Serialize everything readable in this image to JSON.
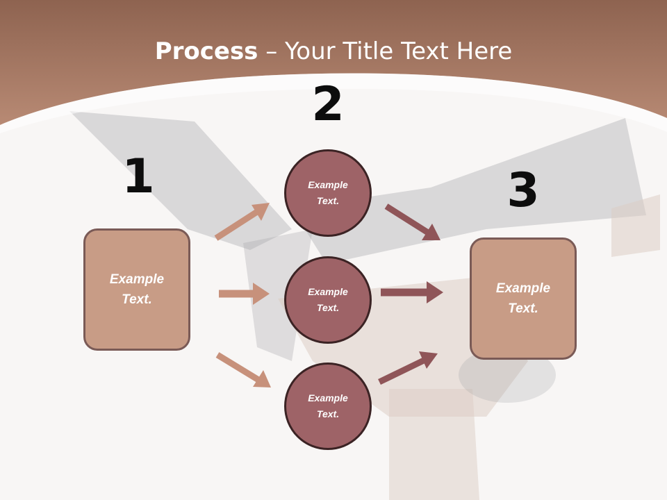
{
  "title": {
    "bold": "Process",
    "rest": " – Your Title Text Here"
  },
  "steps": [
    {
      "number": "1",
      "label": "Example Text."
    },
    {
      "number": "2",
      "label": "Example Text."
    },
    {
      "number": "3",
      "label": "Example Text."
    }
  ],
  "circles": [
    {
      "label": "Example Text."
    },
    {
      "label": "Example Text."
    },
    {
      "label": "Example Text."
    }
  ],
  "colors": {
    "header": "#b68670",
    "box_fill": "#c89c86",
    "box_border": "#7a5a56",
    "circle_fill": "#9e6367",
    "arrow_left": "#c7917b",
    "arrow_right": "#8f5558"
  }
}
